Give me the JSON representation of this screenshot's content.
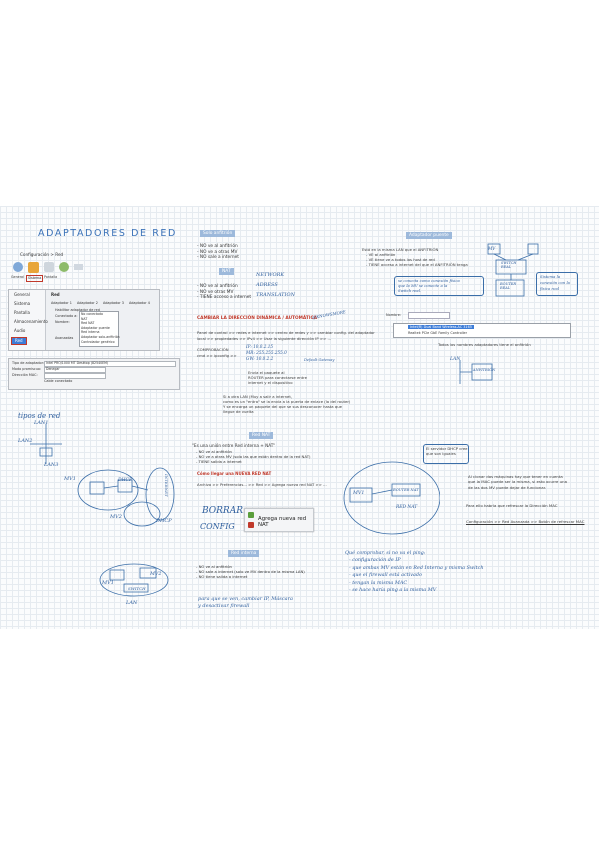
{
  "title": "ADAPTADORES DE RED",
  "config": {
    "header": "Configuración > Red",
    "toolbar": [
      "General",
      "Sistema",
      "Pantalla",
      "Almacenamiento",
      "Audio",
      "Red"
    ],
    "sidebar": [
      "General",
      "Sistema",
      "Pantalla",
      "Almacenamiento",
      "Audio",
      "Red"
    ],
    "panel_title": "Red",
    "tabs": [
      "Adaptador 1",
      "Adaptador 2",
      "Adaptador 3",
      "Adaptador 4"
    ],
    "enable_label": "Habilitar adaptador de red",
    "connect_label": "Conectado a:",
    "name_label": "Nombre:",
    "options": [
      "No conectado",
      "NAT",
      "Red NAT",
      "Adaptador puente",
      "Red interna",
      "Adaptador solo-anfitrión",
      "Controlador genérico"
    ],
    "advanced": "Avanzadas",
    "rows": [
      {
        "label": "Tipo de adaptador:",
        "value": "Intel PRO/1000 MT Desktop (82540EM)"
      },
      {
        "label": "Modo promiscuo:",
        "value": "Denegar"
      },
      {
        "label": "Dirección MAC:",
        "value": ""
      },
      {
        "label": "",
        "value": "Cable conectado"
      }
    ]
  },
  "tipos": {
    "heading": "tipos de red",
    "lan_labels": [
      "LAN1",
      "LAN2",
      "LAN3"
    ]
  },
  "nat_diagram": {
    "mv": "MV1",
    "dhcp": "DHCP",
    "internet": "INTERNET",
    "mv2": "MV2",
    "dhcp2": "DHCP"
  },
  "solo_anfitrion": {
    "tag": "Solo anfitrión",
    "list1": [
      "- NO ve al anfitrión",
      "- NO ve a otras MV",
      "- NO sale a internet"
    ],
    "tag2": "NAT",
    "list2": [
      "- NO ve al anfitrión",
      "- NO ve otras MV",
      "- TIENE acceso a internet"
    ],
    "notes": [
      "NETWORK",
      "ADRESS",
      "TRANSLATION"
    ]
  },
  "dinamica": {
    "heading": "CAMBIAR LA DIRECCIÓN DINÁMICA / AUTOMÁTICA",
    "stamp": "@KNOWSMORE",
    "lines": [
      "Panel de control >> redes e internet >> centro de redes y >> cambiar config. del adaptador",
      "local >> propiedades >> IPv4 >> Usar la siguiente dirección IP >> ..."
    ],
    "cmd": [
      "COMPROBACIÓN",
      "cmd >> ipconfig >>"
    ],
    "ip_notes": [
      "IP: 10.0.2.15",
      "MR: 255.255.255.0",
      "GW: 10.0.2.2"
    ],
    "hand_right": "Default Gateway",
    "note_lines": [
      "Envía el paquete al",
      "ROUTER para conectarse entre",
      "internet y el dispositivo"
    ],
    "para_lines": [
      "Si a otra LAN (Muy a salir a internet,",
      "como es un \"entra\" se la envía a la puerta de enlace (la del router)",
      "Y se encarga un paquete del que se sus desconocer hasta que",
      "llegue de vuelta"
    ]
  },
  "red_nat": {
    "tag": "Red NAT",
    "quote": "\"Es una unión entre Red interna + NAT\"",
    "list": [
      "- NO ve al anfitrión",
      "- NO ve a otras MV (solo las que están dentro de la red NAT)",
      "- TIENE salida a internet"
    ],
    "heading": "Cómo llegar una NUEVA RED NAT",
    "path": "Archivo >> Preferencias... >> Red >> Agrega nueva red NAT >> ...",
    "hand": [
      "BORRAR",
      "CONFIG"
    ],
    "menu": [
      "Agrega nueva red",
      "NAT"
    ]
  },
  "red_interna": {
    "tag": "Red interna",
    "list": [
      "- NO ve al anfitrión",
      "- NO sale a internet (solo ve MV dentro de la misma LAN)",
      "- NO tiene salida a internet"
    ],
    "hand": [
      "para que se ven, cambiar IP, Máscara",
      "y desactivar firewall"
    ],
    "diagram": {
      "mv1": "MV1",
      "mv2": "MV2",
      "switch": "SWITCH",
      "lan": "LAN"
    }
  },
  "puente": {
    "tag": "Adaptador puente",
    "lines": [
      "Está en la misma LAN que el ANFITRIÓN",
      "- VE al anfitrión",
      "- VE tiene ve a todos los host de red",
      "- TIENE acceso a internet del que el ANFITRIÓN tenga"
    ],
    "hand": [
      "se conecta como conexión física",
      "que la MV se conecte a la",
      "Switch real."
    ],
    "hand2": [
      "Sistema la",
      "conexión con la",
      "física real"
    ],
    "router": [
      "ROUTER",
      "REAL"
    ],
    "switch": [
      "SWITCH",
      "REAL"
    ],
    "mv": "MV",
    "name_label": "Nombre:",
    "nic": "Intel(R) Dual Band Wireless-AC 3165",
    "nic2": "Realtek PCIe GbE Family Controller",
    "below": "Todos los nombres adaptadores tiene el anfitrión",
    "lan": "LAN",
    "anfitrion": "ANFITRIÓN"
  },
  "dhcp_box": {
    "callout": [
      "El servidor DHCP cree",
      "que son iguales"
    ],
    "mv": "MV1",
    "router": "ROUTER NAT",
    "rednat": "RED NAT",
    "para": [
      "Al clonar dos máquinas hay que tener en cuenta",
      "que la MAC puede ser la misma, si esto ocurre una",
      "de las dos MV puede dejar de funcionar."
    ],
    "note": "Para ello habría que refrescar la Dirección MAC",
    "config": "Configuración >> Red Avanzada >> Botón de refrescar MAC"
  },
  "comprobar": {
    "lines": [
      "Qué comprobar, si no va el ping:",
      "- configuración de IP",
      "- que ambas MV están en Red Interna y misma Switch",
      "- que el firewall está activado",
      "- tengan la misma MAC",
      "- se hace haría ping a la misma MV"
    ]
  }
}
